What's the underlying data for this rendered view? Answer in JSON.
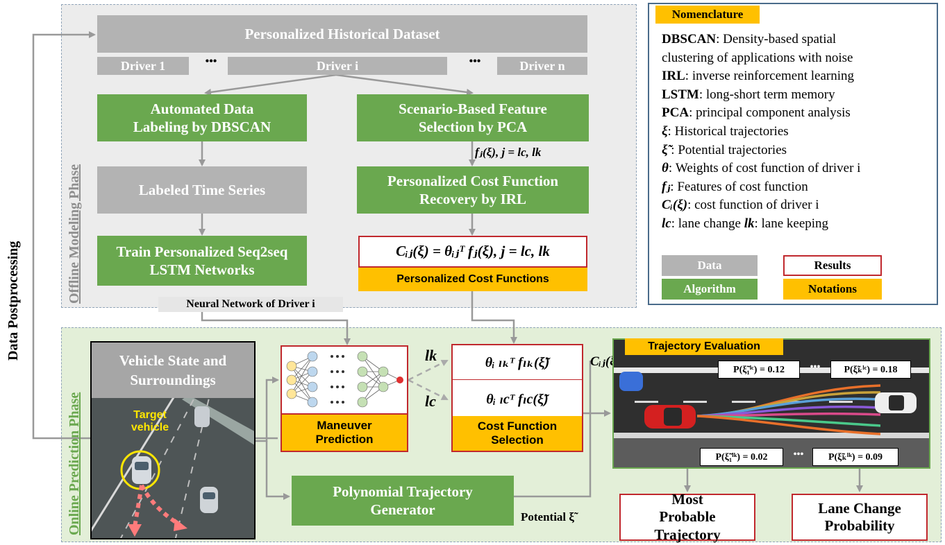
{
  "labels": {
    "data_postprocessing": "Data Postprocessing",
    "offline_phase": "Offline Modeling Phase",
    "online_phase": "Online Prediction Phase"
  },
  "dataset": {
    "title": "Personalized Historical Dataset",
    "driver_1": "Driver 1",
    "driver_i": "Driver i",
    "driver_n": "Driver n",
    "ellipsis": "•••"
  },
  "offline": {
    "labeling": "Automated Data Labeling by DBSCAN",
    "feature_selection": "Scenario-Based Feature Selection by PCA",
    "features_label": "fⱼ(ξ), j = lc, lk",
    "labeled_series": "Labeled Time Series",
    "irl": "Personalized Cost Function Recovery by IRL",
    "lstm": "Train Personalized Seq2seq LSTM Networks",
    "cost_formula": "Cᵢⱼ(ξ) = θᵢⱼᵀ fⱼ(ξ), j = lc, lk",
    "cost_functions_label": "Personalized Cost Functions",
    "nn_label": "Neural Network of Driver i"
  },
  "nomenclature": {
    "title": "Nomenclature",
    "items": [
      {
        "term": "DBSCAN",
        "sep": ":",
        "desc": " Density-based spatial"
      },
      {
        "term": "",
        "sep": "",
        "desc": "clustering of applications with noise"
      },
      {
        "term": "IRL",
        "sep": ":",
        "desc": " inverse reinforcement learning"
      },
      {
        "term": "LSTM",
        "sep": ":",
        "desc": " long-short term memory"
      },
      {
        "term": "PCA",
        "sep": ":",
        "desc": " principal component analysis"
      },
      {
        "term": "ξ",
        "sep": ":",
        "desc": " Historical trajectories"
      },
      {
        "term": "ξ̃",
        "sep": " :",
        "desc": " Potential trajectories"
      },
      {
        "term": "θ",
        "sep": ":",
        "desc": " Weights of cost function of driver i"
      },
      {
        "term": "fⱼ",
        "sep": ":",
        "desc": " Features of cost function"
      },
      {
        "term": "Cᵢ(ξ)",
        "sep": ":",
        "desc": " cost function of driver i"
      },
      {
        "term": "lc",
        "sep": ":",
        "desc": " lane change "
      }
    ],
    "lk_term": "lk",
    "lk_desc": ": lane keeping",
    "legend": {
      "data": "Data",
      "algorithm": "Algorithm",
      "results": "Results",
      "notations": "Notations"
    }
  },
  "online": {
    "vehicle_state": "Vehicle State and Surroundings",
    "target_vehicle": "Target vehicle",
    "maneuver_prediction": "Maneuver Prediction",
    "lk": "lk",
    "lc": "lc",
    "cost_lk": "θᵢ ₗₖᵀ fₗₖ(ξ̃)",
    "cost_lc": "θᵢ ₗcᵀ fₗc(ξ̃)",
    "cost_selection": "Cost Function Selection",
    "cij_label": "Cᵢⱼ(ξ̃)",
    "polynomial": "Polynomial Trajectory Generator",
    "potential_label": "Potential ξ̃",
    "trajectory_eval": "Trajectory Evaluation",
    "p_lc_1": "P(ξ̃₁ˡᶜ) = 0.12",
    "p_lc_k": "P(ξ̃ₖˡᶜ) = 0.18",
    "p_lk_1": "P(ξ̃₁ˡᵏ) = 0.02",
    "p_lk_k": "P(ξ̃ₖˡᵏ) = 0.09",
    "dots": "•••",
    "most_probable": "Most Probable Trajectory",
    "lane_change_prob": "Lane Change Probability"
  },
  "colors": {
    "gray_box": "#b3b3b3",
    "green_box": "#6aa84f",
    "result_border": "#c0282d",
    "notation": "#ffc000",
    "offline_bg": "#ececec",
    "online_bg": "#e3efd8"
  }
}
